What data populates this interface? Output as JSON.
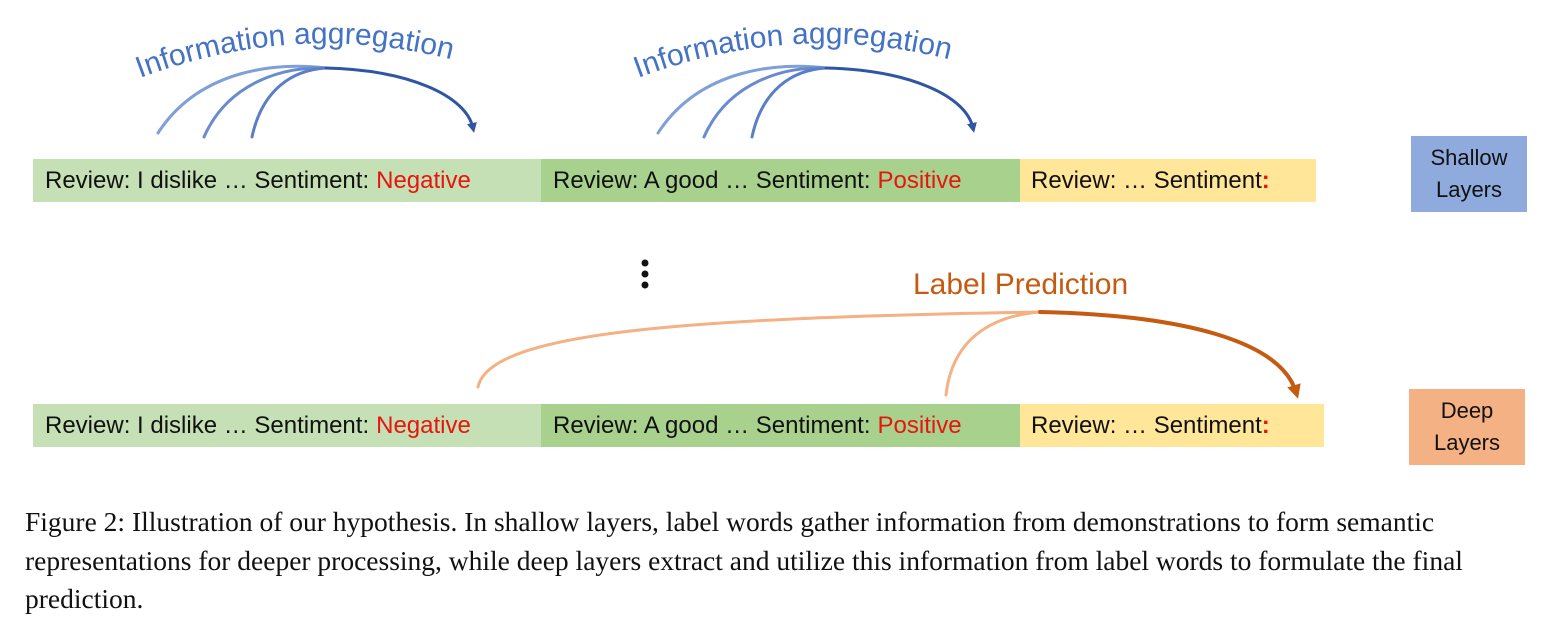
{
  "annotations": {
    "info_aggregation_1": "Information aggregation",
    "info_aggregation_2": "Information aggregation",
    "label_prediction": "Label Prediction",
    "vertical_ellipsis": "⋮"
  },
  "shallow_row": {
    "segments": [
      {
        "text": "Review: I dislike … Sentiment:",
        "label": "Negative"
      },
      {
        "text": "Review: A good … Sentiment:",
        "label": "Positive"
      },
      {
        "text": "Review: … Sentiment",
        "label": ":"
      }
    ],
    "layer_label_line1": "Shallow",
    "layer_label_line2": "Layers"
  },
  "deep_row": {
    "segments": [
      {
        "text": "Review: I dislike … Sentiment:",
        "label": "Negative"
      },
      {
        "text": "Review: A good … Sentiment:",
        "label": "Positive"
      },
      {
        "text": "Review: … Sentiment",
        "label": ":"
      }
    ],
    "layer_label_line1": "Deep",
    "layer_label_line2": "Layers"
  },
  "caption": "Figure 2: Illustration of our hypothesis. In shallow layers, label words gather information from demonstrations to form semantic representations for deeper processing, while deep layers extract and utilize this information from label words to formulate the final prediction.",
  "colors": {
    "demo_segment": "#c5e0b4",
    "demo_segment_2": "#a9d18e",
    "query_segment": "#ffe699",
    "label_word": "#e8150f",
    "aggregation_arrow": "#4472c4",
    "prediction_arrow": "#c55a11",
    "shallow_box": "#8faadc",
    "deep_box": "#f4b183"
  }
}
